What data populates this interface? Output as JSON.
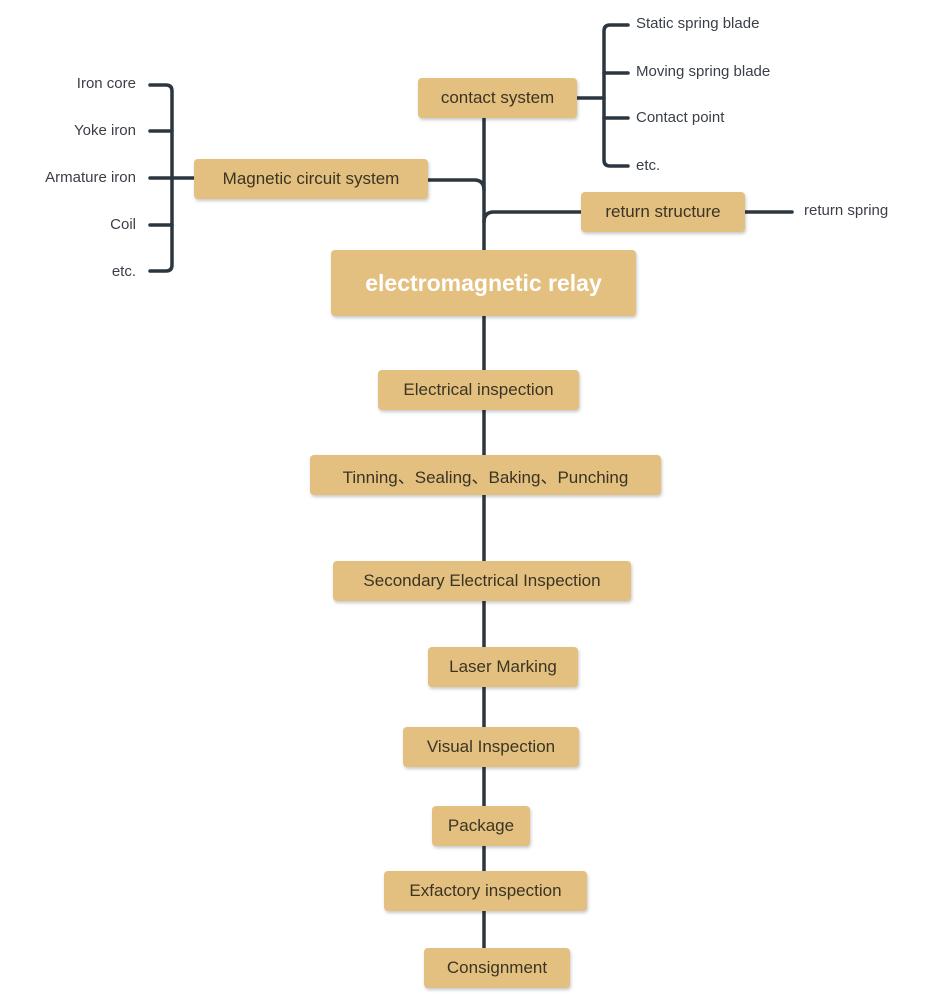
{
  "root": "electromagnetic relay",
  "branches": {
    "contact_system": {
      "label": "contact system",
      "children": [
        "Static spring blade",
        "Moving spring blade",
        "Contact point",
        "etc."
      ]
    },
    "magnetic_circuit": {
      "label": "Magnetic circuit system",
      "children": [
        "Iron core",
        "Yoke iron",
        "Armature iron",
        "Coil",
        "etc."
      ]
    },
    "return_structure": {
      "label": "return structure",
      "children": [
        "return spring"
      ]
    }
  },
  "process": [
    "Electrical inspection",
    "Tinning、Sealing、Baking、Punching",
    "Secondary Electrical Inspection",
    "Laser Marking",
    "Visual Inspection",
    "Package",
    "Exfactory inspection",
    "Consignment"
  ],
  "colors": {
    "node_fill": "#e3c07f",
    "line": "#2c3640",
    "root_text": "#ffffff"
  }
}
